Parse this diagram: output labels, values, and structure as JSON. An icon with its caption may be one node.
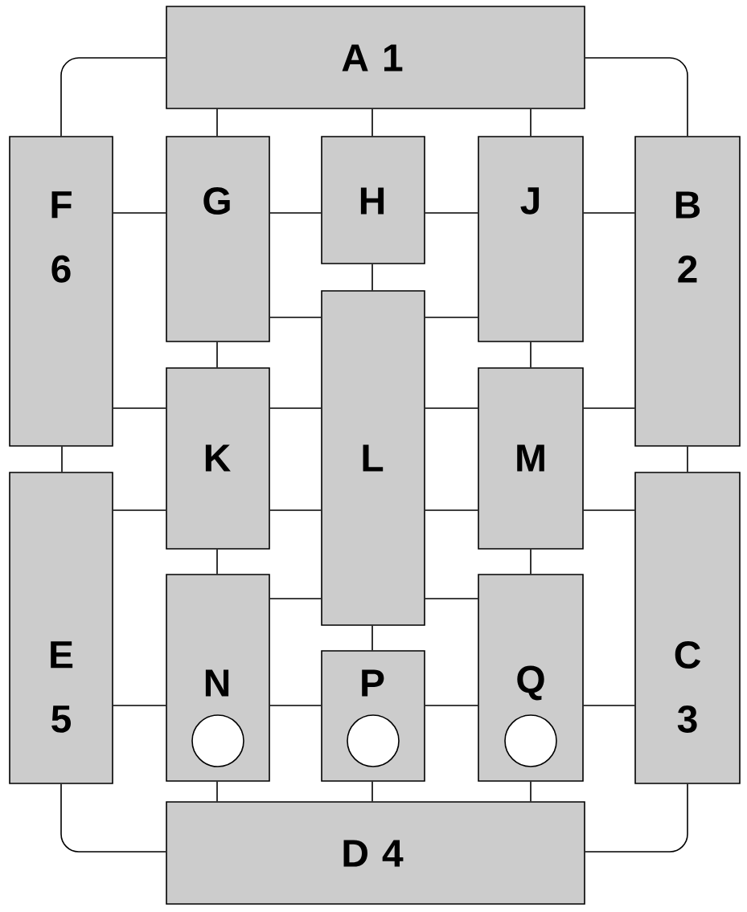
{
  "diagram": {
    "nodes": [
      {
        "text": [
          "A 1"
        ]
      },
      {
        "text": [
          "F 6"
        ]
      },
      {
        "text": [
          "G"
        ]
      },
      {
        "text": [
          "H"
        ]
      },
      {
        "text": [
          "J"
        ]
      },
      {
        "text": [
          "B 2"
        ]
      },
      {
        "text": [
          "K"
        ]
      },
      {
        "text": [
          "L"
        ]
      },
      {
        "text": [
          "M"
        ]
      },
      {
        "text": [
          "E 5"
        ]
      },
      {
        "text": [
          "C 3"
        ]
      },
      {
        "text": [
          "N"
        ]
      },
      {
        "text": [
          "P"
        ]
      },
      {
        "text": [
          "Q"
        ]
      },
      {
        "text": [
          "D 4"
        ]
      },
      {
        "text": [],
        "shape": "circle",
        "in": 11
      },
      {
        "text": [],
        "shape": "circle",
        "in": 12
      },
      {
        "text": [],
        "shape": "circle",
        "in": 13
      }
    ],
    "edges": [
      {
        "from": 0,
        "to": 1,
        "arrow": "none"
      },
      {
        "from": 0,
        "to": 2,
        "arrow": "none"
      },
      {
        "from": 0,
        "to": 3,
        "arrow": "none"
      },
      {
        "from": 0,
        "to": 4,
        "arrow": "none"
      },
      {
        "from": 0,
        "to": 5,
        "arrow": "none"
      },
      {
        "from": 1,
        "to": 2,
        "arrow": "none"
      },
      {
        "from": 2,
        "to": 3,
        "arrow": "none"
      },
      {
        "from": 3,
        "to": 4,
        "arrow": "none"
      },
      {
        "from": 4,
        "to": 5,
        "arrow": "none"
      },
      {
        "from": 3,
        "to": 7,
        "arrow": "none"
      },
      {
        "from": 2,
        "to": 7,
        "arrow": "none"
      },
      {
        "from": 7,
        "to": 4,
        "arrow": "none"
      },
      {
        "from": 2,
        "to": 6,
        "arrow": "none"
      },
      {
        "from": 4,
        "to": 8,
        "arrow": "none"
      },
      {
        "from": 1,
        "to": 6,
        "arrow": "none"
      },
      {
        "from": 6,
        "to": 7,
        "arrow": "none"
      },
      {
        "from": 7,
        "to": 8,
        "arrow": "none"
      },
      {
        "from": 8,
        "to": 5,
        "arrow": "none"
      },
      {
        "from": 1,
        "to": 9,
        "arrow": "none"
      },
      {
        "from": 5,
        "to": 10,
        "arrow": "none"
      },
      {
        "from": 9,
        "to": 6,
        "arrow": "none"
      },
      {
        "from": 6,
        "to": 7,
        "arrow": "none"
      },
      {
        "from": 7,
        "to": 8,
        "arrow": "none"
      },
      {
        "from": 8,
        "to": 10,
        "arrow": "none"
      },
      {
        "from": 6,
        "to": 11,
        "arrow": "none"
      },
      {
        "from": 8,
        "to": 13,
        "arrow": "none"
      },
      {
        "from": 11,
        "to": 7,
        "arrow": "none"
      },
      {
        "from": 7,
        "to": 13,
        "arrow": "none"
      },
      {
        "from": 7,
        "to": 12,
        "arrow": "none"
      },
      {
        "from": 9,
        "to": 11,
        "arrow": "none"
      },
      {
        "from": 11,
        "to": 12,
        "arrow": "none"
      },
      {
        "from": 12,
        "to": 13,
        "arrow": "none"
      },
      {
        "from": 13,
        "to": 10,
        "arrow": "none"
      },
      {
        "from": 9,
        "to": 14,
        "arrow": "none"
      },
      {
        "from": 11,
        "to": 14,
        "arrow": "none"
      },
      {
        "from": 12,
        "to": 14,
        "arrow": "none"
      },
      {
        "from": 13,
        "to": 14,
        "arrow": "none"
      },
      {
        "from": 10,
        "to": 14,
        "arrow": "none"
      }
    ]
  }
}
